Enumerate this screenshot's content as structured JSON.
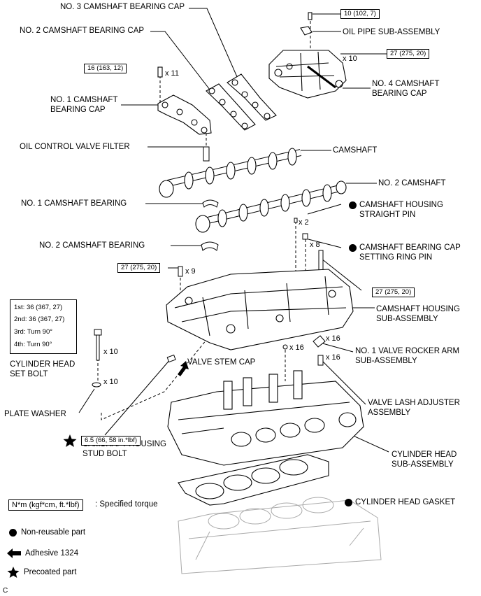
{
  "labels": {
    "no3_cap": "NO. 3 CAMSHAFT BEARING CAP",
    "no2_cap": "NO. 2 CAMSHAFT BEARING CAP",
    "no1_cap_1": "NO. 1 CAMSHAFT",
    "no1_cap_2": "BEARING CAP",
    "oil_pipe": "OIL PIPE SUB-ASSEMBLY",
    "no4_cap_1": "NO. 4 CAMSHAFT",
    "no4_cap_2": "BEARING CAP",
    "ocv_filter": "OIL CONTROL VALVE FILTER",
    "camshaft": "CAMSHAFT",
    "no2_camshaft": "NO. 2 CAMSHAFT",
    "no1_bearing": "NO. 1 CAMSHAFT BEARING",
    "straight_pin_1": "CAMSHAFT HOUSING",
    "straight_pin_2": "STRAIGHT PIN",
    "no2_bearing": "NO. 2 CAMSHAFT BEARING",
    "ring_pin_1": "CAMSHAFT BEARING CAP",
    "ring_pin_2": "SETTING RING PIN",
    "housing_1": "CAMSHAFT HOUSING",
    "housing_2": "SUB-ASSEMBLY",
    "rocker_1": "NO. 1 VALVE ROCKER ARM",
    "rocker_2": "SUB-ASSEMBLY",
    "stem_cap": "VALVE STEM CAP",
    "head_bolt_1": "CYLINDER HEAD",
    "head_bolt_2": "SET BOLT",
    "plate_washer": "PLATE WASHER",
    "lash_1": "VALVE LASH ADJUSTER",
    "lash_2": "ASSEMBLY",
    "stud_1": "CAMSHAFT HOUSING",
    "stud_2": "STUD BOLT",
    "head_1": "CYLINDER HEAD",
    "head_2": "SUB-ASSEMBLY",
    "gasket": "CYLINDER HEAD GASKET"
  },
  "torques": {
    "oil_pipe": "10 (102, 7)",
    "no4_cap": "27 (275, 20)",
    "no1_cap": "16 (163, 12)",
    "housing_left": "27 (275, 20)",
    "housing_right": "27 (275, 20)",
    "stud": "6.5 (66, 58 in.*lbf)",
    "head_bolt": [
      "1st: 36 (367, 27)",
      "2nd: 36 (367, 27)",
      "3rd: Turn 90°",
      "4th: Turn 90°"
    ]
  },
  "quantities": {
    "no1_cap_bolt": "x 11",
    "no4_cap_bolt": "x 10",
    "straight_pin": "x 2",
    "ring_pin": "x 8",
    "housing_bolt": "x 9",
    "head_bolt": "x 10",
    "plate_washer": "x 10",
    "rocker": "x 16",
    "lash": "x 16",
    "stem_cap": "x 16"
  },
  "legend": {
    "torque_box": "N*m (kgf*cm, ft.*lbf)",
    "torque_text": ": Specified torque",
    "non_reusable": "Non-reusable part",
    "adhesive": "Adhesive 1324",
    "precoated": "Precoated part"
  },
  "corner_code": "C"
}
